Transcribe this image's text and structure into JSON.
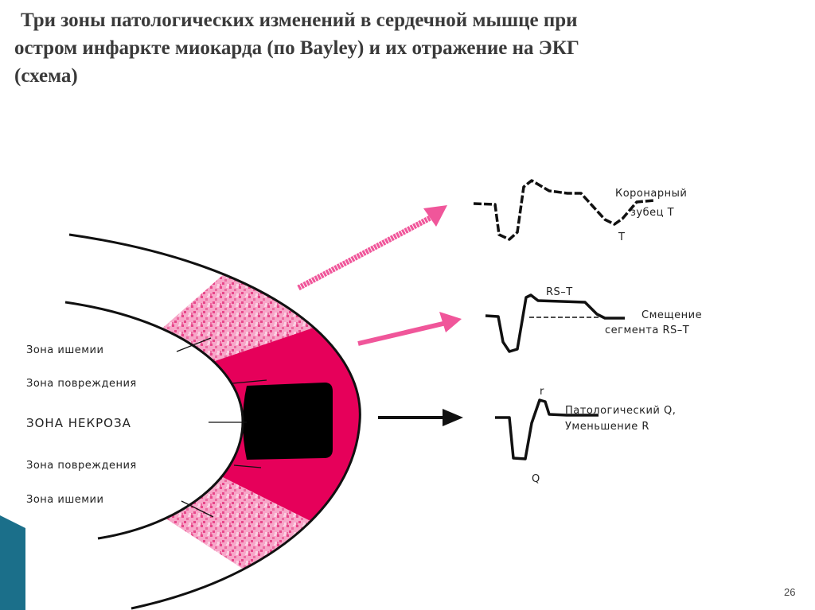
{
  "title": {
    "lines": [
      "Три зоны патологических изменений в сердечной мышце при",
      "остром инфаркте миокарда (по Bayley) и их отражение на  ЭКГ",
      "(схема)"
    ]
  },
  "zones": {
    "ischemia_top": "Зона ишемии",
    "injury_top": "Зона повреждения",
    "necrosis": "ЗОНА НЕКРОЗА",
    "injury_bottom": "Зона повреждения",
    "ischemia_bottom": "Зона ишемии"
  },
  "ecg": {
    "trace1": {
      "line1": "Коронарный",
      "line2": "зубец Т",
      "mark": "T"
    },
    "trace2": {
      "mark": "RS–T",
      "line1": "Смещение",
      "line2": "сегмента RS–T"
    },
    "trace3": {
      "mark_r": "r",
      "mark_q": "Q",
      "line1": "Патологический Q,",
      "line2": "Уменьшение R"
    }
  },
  "colors": {
    "injury": "#e6005a",
    "ischemia_light": "#f7a6c8",
    "ischemia_dark": "#e8468a",
    "necrosis": "#000000",
    "accent": "#1b6f8a"
  },
  "page_number": "26"
}
